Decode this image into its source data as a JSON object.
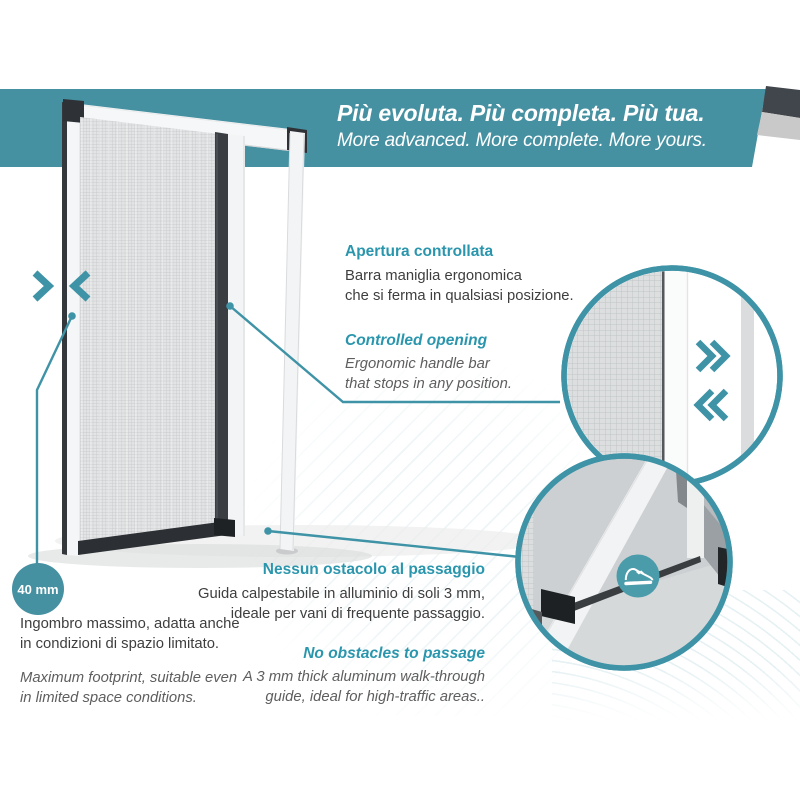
{
  "banner": {
    "title": "Più evoluta. Più completa. Più tua.",
    "subtitle": "More advanced. More complete. More yours."
  },
  "features": {
    "controlled_opening": {
      "heading_it": "Apertura controllata",
      "body_it": [
        "Barra maniglia ergonomica",
        "che si ferma in qualsiasi posizione."
      ],
      "heading_en": "Controlled opening",
      "body_en": [
        "Ergonomic handle bar",
        "that stops in any position."
      ]
    },
    "no_obstacles": {
      "heading_it": "Nessun ostacolo al passaggio",
      "body_it": [
        "Guida calpestabile in alluminio di soli 3 mm,",
        "ideale per vani di frequente passaggio."
      ],
      "heading_en": "No obstacles to passage",
      "body_en": [
        "A 3 mm thick aluminum walk-through",
        "guide, ideal for high-traffic areas.."
      ]
    },
    "footprint": {
      "badge": "40 mm",
      "body_it": [
        "Ingombro massimo, adatta anche",
        "in condizioni di spazio limitato."
      ],
      "body_en": [
        "Maximum footprint, suitable even",
        "in limited space conditions."
      ]
    }
  },
  "icons": {
    "chevron_right": "❯",
    "chevron_left": "❮",
    "double_chevron_right": "»",
    "double_chevron_left": "«",
    "shoe": "walk-over-shoe"
  },
  "colors": {
    "banner_teal": "#4590a1",
    "accent_teal": "#2a96ad",
    "line_teal": "#3e93a6",
    "shoe_badge_teal": "#4b9cab",
    "dark_text": "#3e3e3e",
    "muted_text": "#5e5e5e",
    "hardware_dark": "#2e3236"
  }
}
